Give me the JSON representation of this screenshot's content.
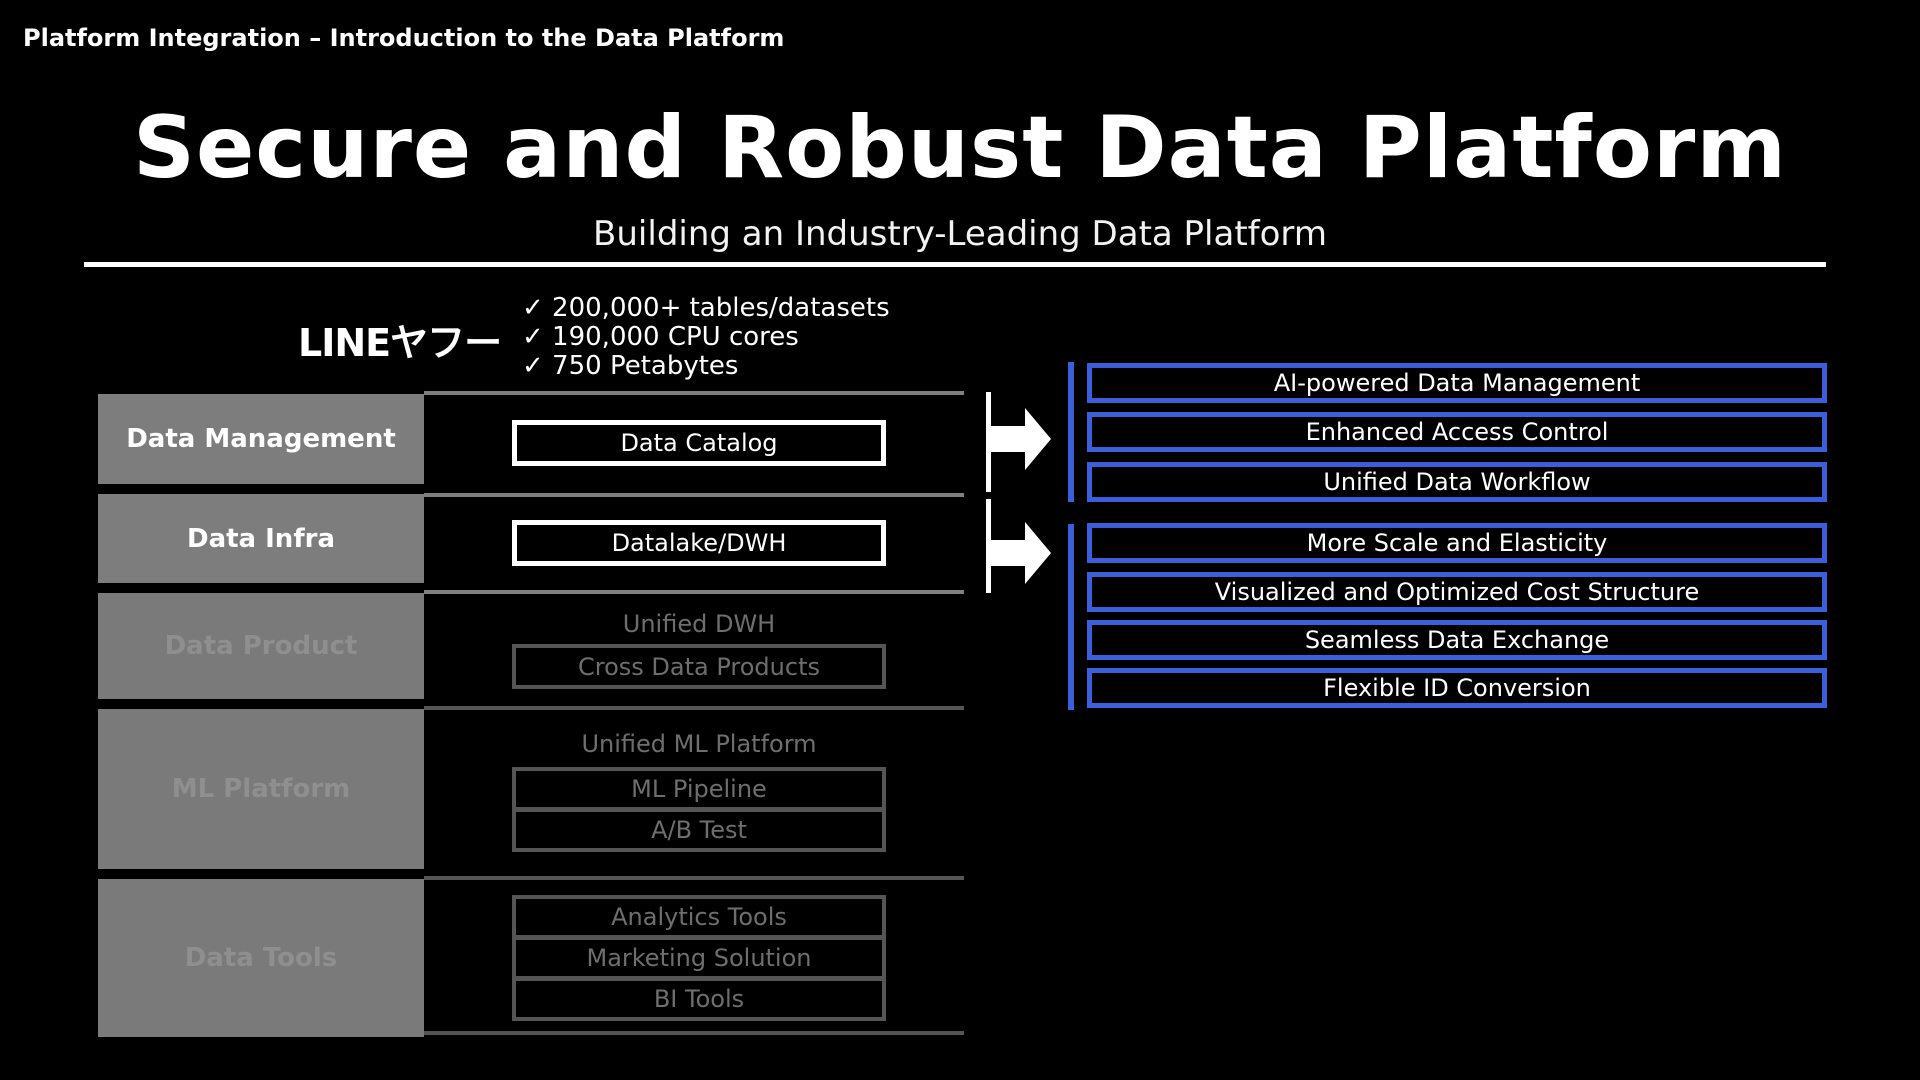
{
  "header": {
    "breadcrumb": "Platform Integration – Introduction to the Data Platform",
    "title": "Secure and Robust Data Platform",
    "subtitle": "Building an Industry-Leading Data Platform"
  },
  "logo": {
    "text": "LINEヤフー"
  },
  "stats": [
    "✓ 200,000+ tables/datasets",
    "✓ 190,000 CPU cores",
    "✓ 750 Petabytes"
  ],
  "layers": [
    {
      "label": "Data Management",
      "state": "active",
      "items": [
        "Data Catalog"
      ]
    },
    {
      "label": "Data Infra",
      "state": "active",
      "items": [
        "Datalake/DWH"
      ]
    },
    {
      "label": "Data Product",
      "state": "dim",
      "group": "Unified DWH",
      "items": [
        "Cross Data Products"
      ]
    },
    {
      "label": "ML Platform",
      "state": "dim",
      "group": "Unified ML Platform",
      "items": [
        "ML Pipeline",
        "A/B Test"
      ]
    },
    {
      "label": "Data Tools",
      "state": "dim",
      "items": [
        "Analytics Tools",
        "Marketing Solution",
        "BI Tools"
      ]
    }
  ],
  "features": {
    "management": [
      "AI-powered Data Management",
      "Enhanced Access Control",
      "Unified Data Workflow"
    ],
    "infra": [
      "More Scale and Elasticity",
      "Visualized and Optimized Cost Structure",
      "Seamless Data Exchange",
      "Flexible ID Conversion"
    ]
  },
  "colors": {
    "accent": "#3a5fd9",
    "layer_bg": "#7d7d7d",
    "background": "#000000"
  }
}
